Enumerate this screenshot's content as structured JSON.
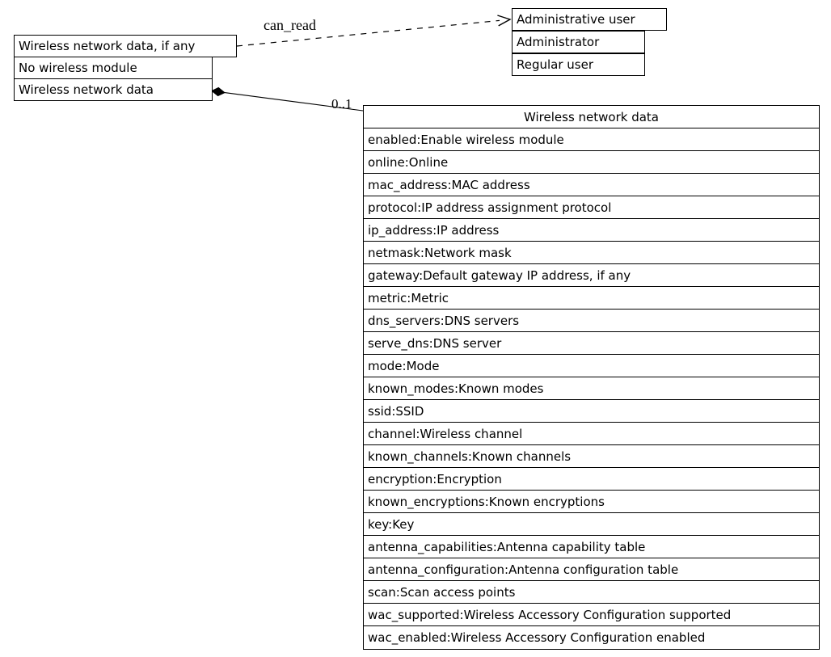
{
  "diagram": {
    "background_color": "#ffffff",
    "line_color": "#000000"
  },
  "nodes": {
    "wireless_variant": {
      "rows": [
        "Wireless network data, if any",
        "No wireless module",
        "Wireless network data"
      ]
    },
    "admin_users": {
      "rows": [
        "Administrative user",
        "Administrator",
        "Regular user"
      ]
    },
    "wireless_table": {
      "title": "Wireless network data",
      "rows": [
        "enabled:Enable wireless module",
        "online:Online",
        "mac_address:MAC address",
        "protocol:IP address assignment protocol",
        "ip_address:IP address",
        "netmask:Network mask",
        "gateway:Default gateway IP address, if any",
        "metric:Metric",
        "dns_servers:DNS servers",
        "serve_dns:DNS server",
        "mode:Mode",
        "known_modes:Known modes",
        "ssid:SSID",
        "channel:Wireless channel",
        "known_channels:Known channels",
        "encryption:Encryption",
        "known_encryptions:Known encryptions",
        "key:Key",
        "antenna_capabilities:Antenna capability table",
        "antenna_configuration:Antenna configuration table",
        "scan:Scan access points",
        "wac_supported:Wireless Accessory Configuration supported",
        "wac_enabled:Wireless Accessory Configuration enabled"
      ]
    }
  },
  "edges": {
    "can_read": {
      "label": "can_read",
      "style": "dashed",
      "arrowhead": "open-vee"
    },
    "composition": {
      "multiplicity": "0..1",
      "style": "solid",
      "tail_decoration": "filled-diamond"
    }
  }
}
